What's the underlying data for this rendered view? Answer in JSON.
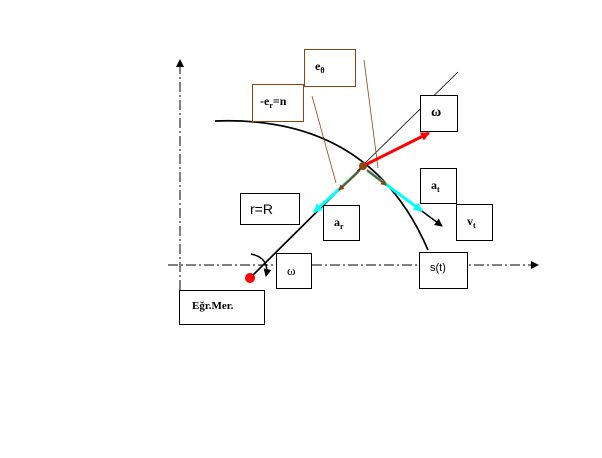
{
  "labels": {
    "e_theta": {
      "main": "e",
      "sub": "θ"
    },
    "neg_er_n": {
      "prefix": "-e",
      "sub": "r",
      "suffix": "=n"
    },
    "omega_top": "ω",
    "a_t": {
      "main": "a",
      "sub": "t"
    },
    "v_t": {
      "main": "v",
      "sub": "t"
    },
    "a_r": {
      "main": "a",
      "sub": "r"
    },
    "r_eq_R": "r=R",
    "omega_bottom": "ω",
    "s_t": "s(t)",
    "egr_mer": "Eğr.Mer."
  },
  "colors": {
    "axis": "#000000",
    "curve": "#000000",
    "radius": "#000000",
    "omega_vector": "#ff0000",
    "e_theta_vector": "#ff0000",
    "velocity_vector": "#00ffff",
    "radial_accel_vector": "#00ffff",
    "unit_vectors": "#8b4513",
    "label_leader": "#8b4513",
    "moving_point": "#8b4513",
    "center_point": "#ff0000"
  }
}
